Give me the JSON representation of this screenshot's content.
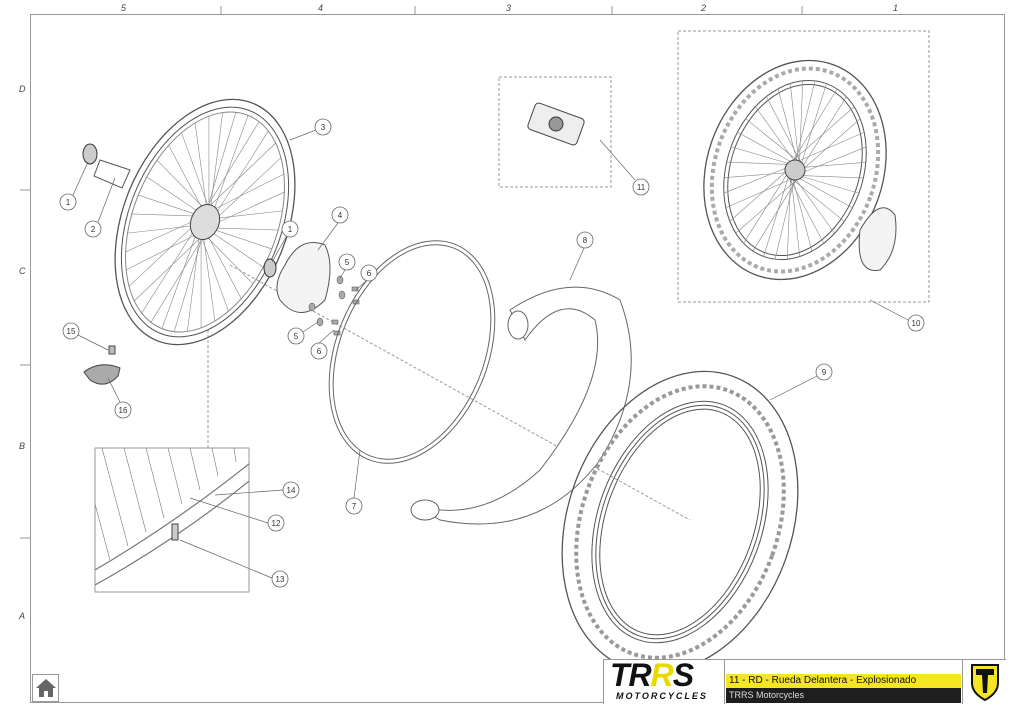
{
  "grid": {
    "columns": [
      "5",
      "4",
      "3",
      "2",
      "1"
    ],
    "rows": [
      "D",
      "C",
      "B",
      "A"
    ]
  },
  "callouts": [
    "1",
    "2",
    "3",
    "1",
    "4",
    "5",
    "6",
    "5",
    "6",
    "7",
    "8",
    "9",
    "10",
    "11",
    "12",
    "13",
    "14",
    "15",
    "16"
  ],
  "title_block": {
    "logo_text": "TRRS",
    "logo_subtext": "MOTORCYCLES",
    "drawing_title": "11 - RD - Rueda Delantera - Explosionado",
    "company": "TRRS Motorcycles",
    "badge_letter": "T",
    "accent_color": "#f5e623"
  },
  "nav": {
    "home_icon": "home-icon"
  }
}
